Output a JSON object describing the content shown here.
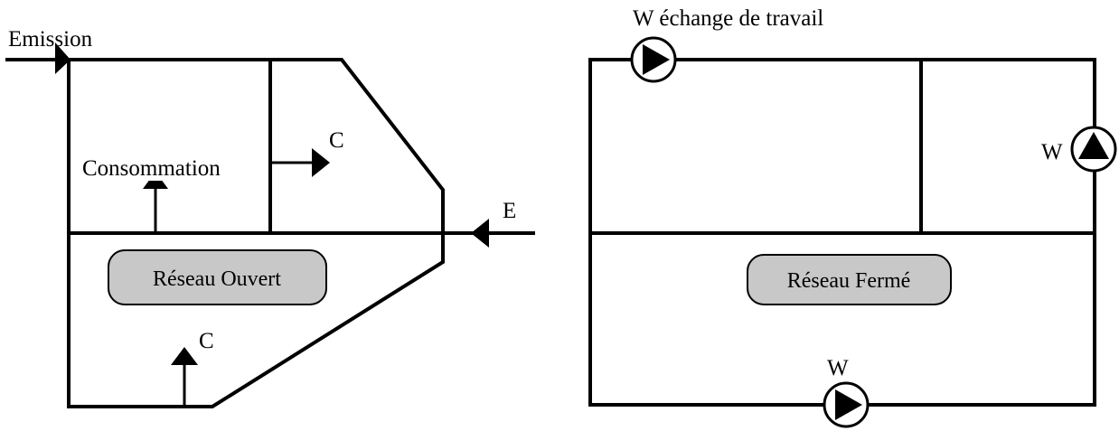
{
  "open_network": {
    "label_emission": "Emission",
    "label_consumption": "Consommation",
    "label_c_top": "C",
    "label_c_bottom": "C",
    "label_e": "E",
    "network_label": "Réseau Ouvert"
  },
  "closed_network": {
    "label_pump_top": "W échange de travail",
    "label_pump_right": "W",
    "label_pump_bottom": "W",
    "network_label": "Réseau Fermé"
  }
}
